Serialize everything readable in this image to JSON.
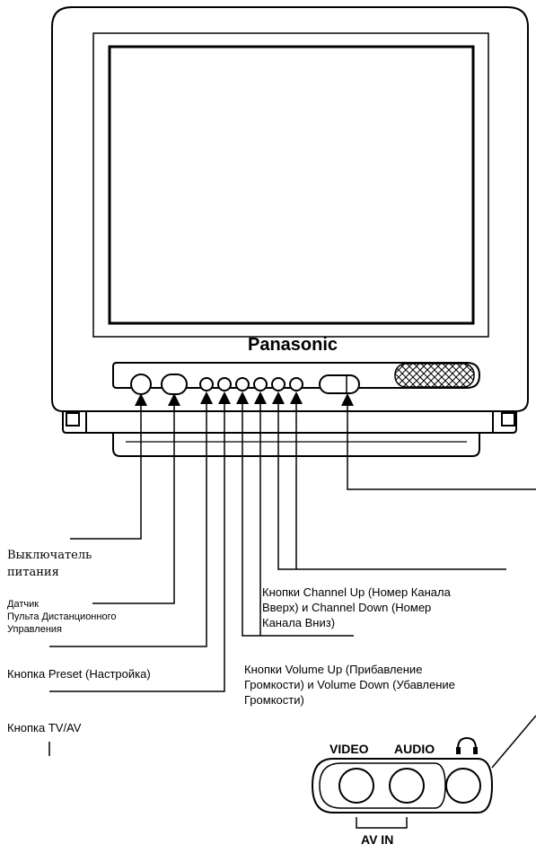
{
  "brand": "Panasonic",
  "labels": {
    "power_switch": [
      "Выключатель",
      "питания"
    ],
    "remote_sensor": [
      "Датчик",
      "Пульта Дистанционного",
      "Управления"
    ],
    "preset_button": "Кнопка Preset (Настройка)",
    "tvav_button": "Кнопка TV/AV",
    "channel_buttons": [
      "Кнопки Channel Up (Номер Канала",
      "Вверх) и Channel Down (Номер",
      "Канала Вниз)"
    ],
    "volume_buttons": [
      "Кнопки Volume Up (Прибавление",
      "Громкости) и Volume Down (Убавление",
      "Громкости)"
    ]
  },
  "panel": {
    "video": "VIDEO",
    "audio": "AUDIO",
    "av_in": "AV IN",
    "headphone_icon": "headphones-icon"
  }
}
